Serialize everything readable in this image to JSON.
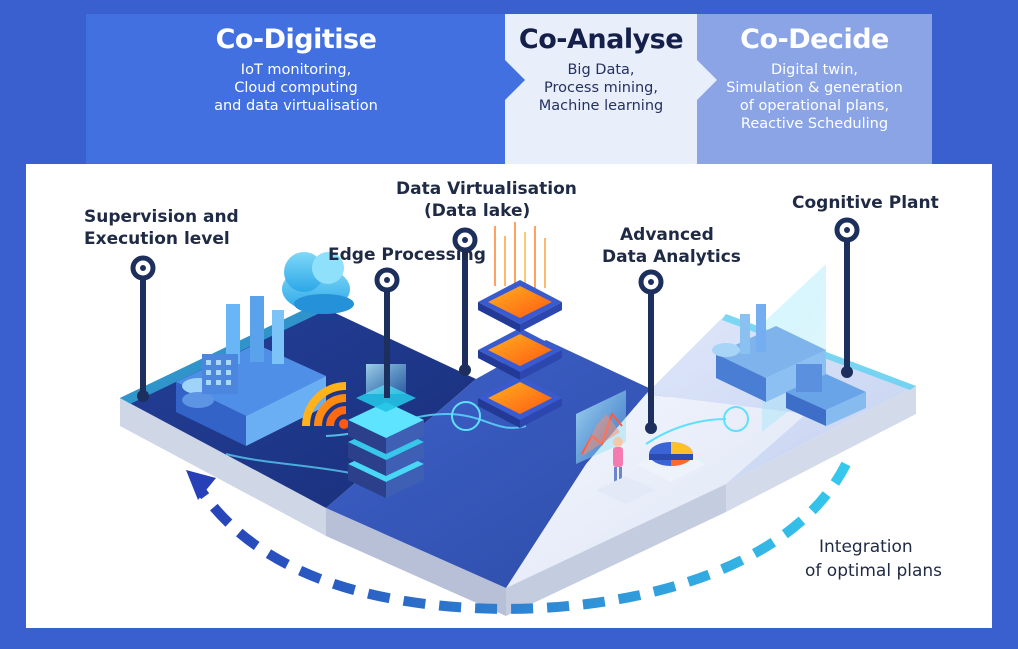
{
  "stages": [
    {
      "title": "Co-Digitise",
      "desc": "IoT monitoring,\nCloud computing\nand data virtualisation"
    },
    {
      "title": "Co-Analyse",
      "desc": "Big Data,\nProcess mining,\nMachine learning"
    },
    {
      "title": "Co-Decide",
      "desc": "Digital twin,\nSimulation & generation\nof operational plans,\nReactive Scheduling"
    }
  ],
  "labels": {
    "supervision": [
      "Supervision and",
      "Execution level"
    ],
    "edge": [
      "Edge Processing"
    ],
    "virtualisation": [
      "Data Virtualisation",
      "(Data lake)"
    ],
    "analytics": [
      "Advanced",
      "Data Analytics"
    ],
    "cognitive": [
      "Cognitive Plant"
    ],
    "integration": [
      "Integration",
      "of optimal plans"
    ]
  },
  "colors": {
    "background": "#3a5fcf",
    "digitise": "#4270e0",
    "analyse": "#e9eefb",
    "decide": "#8aa4e6",
    "pin": "#1d2f5c",
    "accent": "#22c3e6",
    "arrow_dark": "#2740b8",
    "arrow_light": "#35c8ec"
  },
  "icons": [
    "cloud-icon",
    "wifi-icon",
    "server-stack-icon",
    "data-chip-icon",
    "pie-chart-icon",
    "factory-icon",
    "person-icon"
  ]
}
